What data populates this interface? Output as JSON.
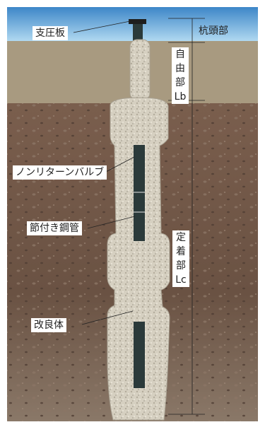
{
  "labels": {
    "bearing_plate": "支圧板",
    "pile_head": "杭頭部",
    "free_section": "自\n由\n部\nLb",
    "nonreturn_valve": "ノンリターンバルブ",
    "knotted_steel_pipe": "節付き鋼管",
    "anchor_section": "定\n着\n部\nLc",
    "improved_body": "改良体"
  },
  "colors": {
    "sky_top": "#3d86c8",
    "sky_bottom": "#a9d4ef",
    "ground_band": "#a89a80",
    "soil": "#6b5446",
    "column": "#d8d2c3",
    "steel_pipe": "#2b3a3a"
  }
}
